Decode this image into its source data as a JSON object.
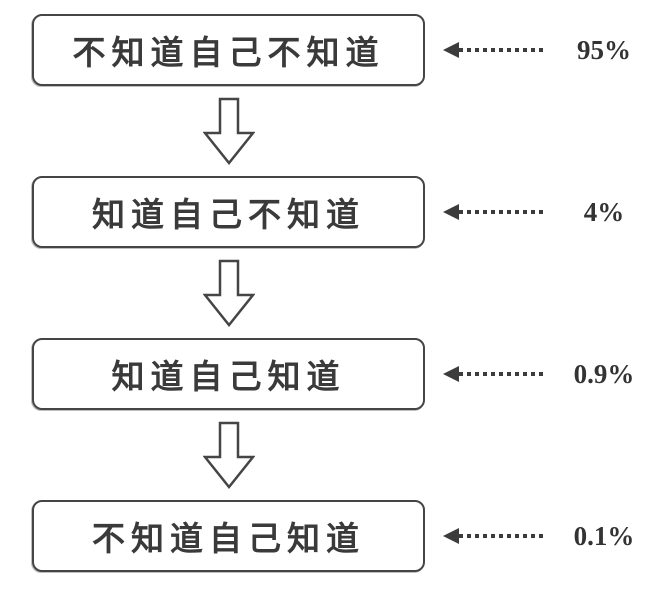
{
  "diagram": {
    "type": "flowchart",
    "direction": "top-to-bottom",
    "nodes": [
      {
        "label": "不知道自己不知道",
        "value": "95%"
      },
      {
        "label": "知道自己不知道",
        "value": "4%"
      },
      {
        "label": "知道自己知道",
        "value": "0.9%"
      },
      {
        "label": "不知道自己知道",
        "value": "0.1%"
      }
    ],
    "connector_icon": "hollow-down-block-arrow",
    "annotation_icon": "dotted-left-arrow",
    "colors": {
      "ink": "#3a3a3a",
      "border": "#454545",
      "background": "#ffffff"
    }
  }
}
